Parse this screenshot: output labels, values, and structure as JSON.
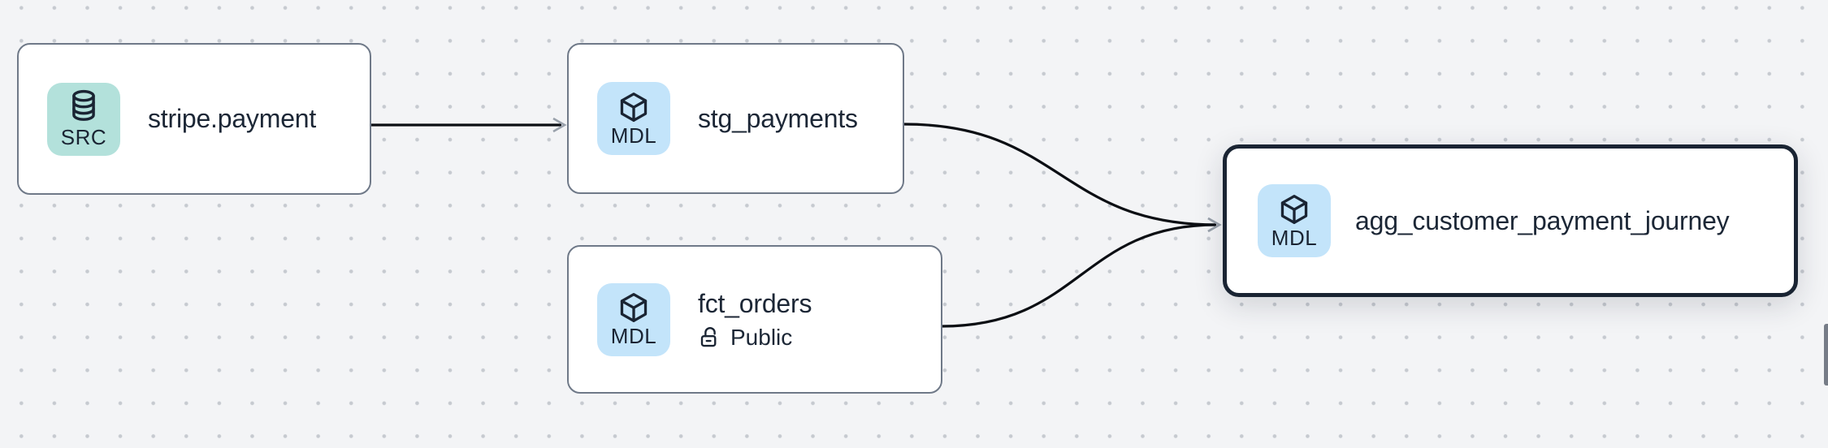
{
  "canvas": {
    "background_color": "#f3f4f6",
    "dot_color": "#c6cad0"
  },
  "palette": {
    "edge_color": "#0b0e13",
    "arrow_color": "#99a1ab",
    "node_border": "#6f7988",
    "selected_border": "#1a2433",
    "text_color": "#1c2736",
    "src_badge_bg": "#b3e1db",
    "mdl_badge_bg": "#c3e4fa",
    "icon_stroke": "#1a2433"
  },
  "nodes": [
    {
      "title": "stripe.payment",
      "badge": "SRC",
      "icon": "database-icon",
      "kind": "source",
      "selected": false
    },
    {
      "title": "stg_payments",
      "badge": "MDL",
      "icon": "cube-icon",
      "kind": "model",
      "selected": false
    },
    {
      "title": "fct_orders",
      "badge": "MDL",
      "icon": "cube-icon",
      "kind": "model",
      "subtitle": "Public",
      "subtitle_icon": "lock-open-icon",
      "selected": false
    },
    {
      "title": "agg_customer_payment_journey",
      "badge": "MDL",
      "icon": "cube-icon",
      "kind": "model",
      "selected": true
    }
  ],
  "edges": [
    {
      "from": "stripe.payment",
      "to": "stg_payments"
    },
    {
      "from": "stg_payments",
      "to": "agg_customer_payment_journey"
    },
    {
      "from": "fct_orders",
      "to": "agg_customer_payment_journey"
    }
  ]
}
